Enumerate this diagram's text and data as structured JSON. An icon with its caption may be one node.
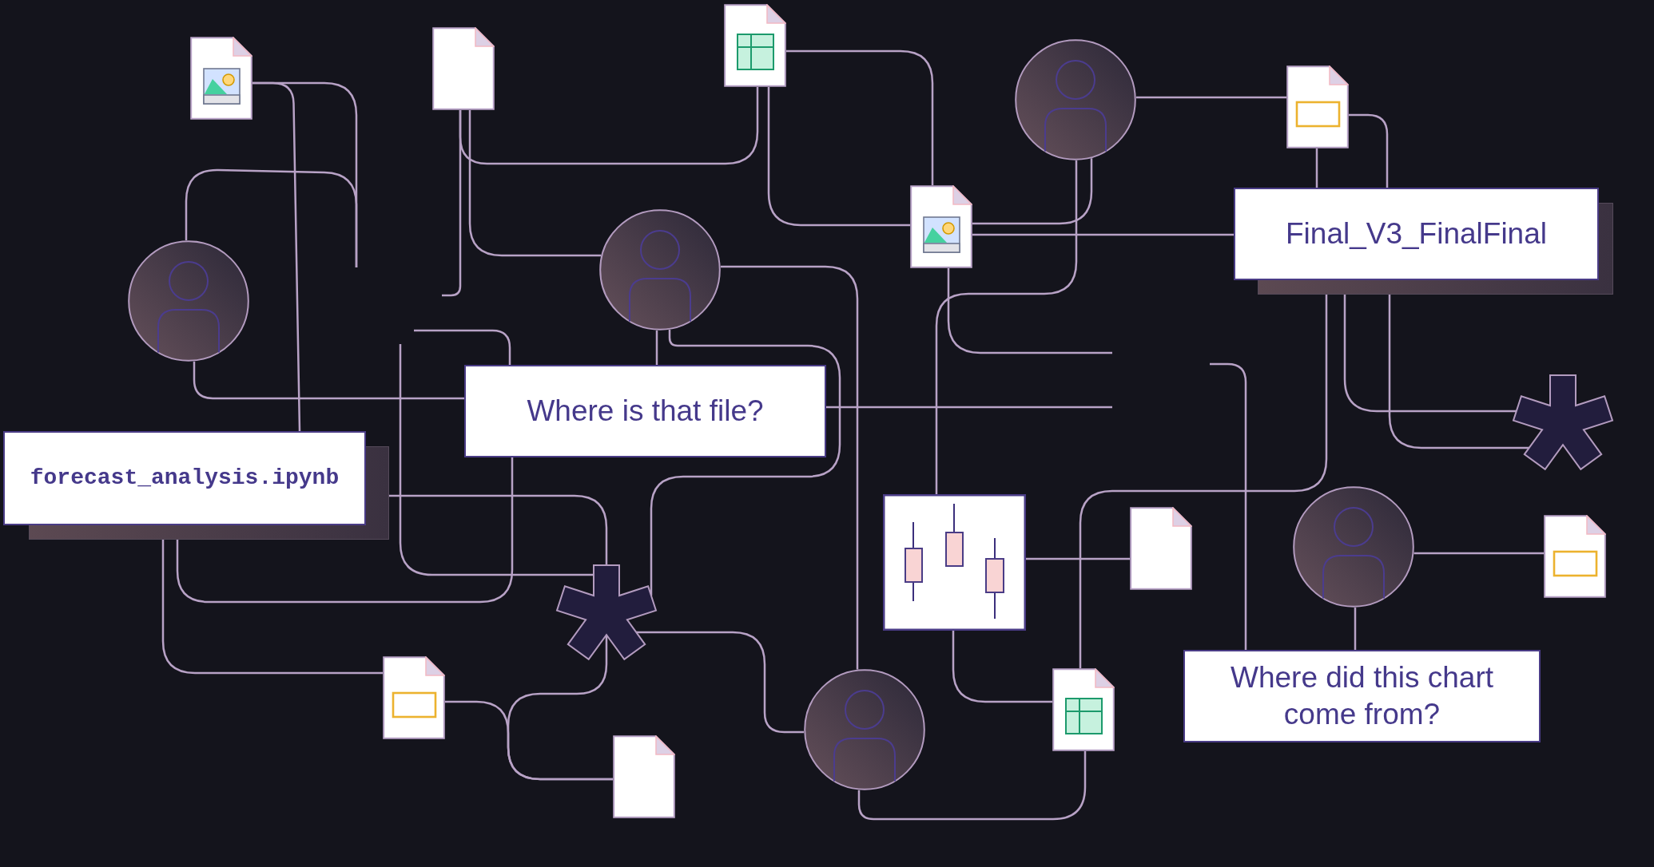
{
  "diagram": {
    "nodes": [
      {
        "text": [],
        "shape": "document"
      },
      {
        "text": [],
        "shape": "document"
      },
      {
        "text": [],
        "shape": "document"
      },
      {
        "text": [],
        "shape": "person"
      },
      {
        "text": [],
        "shape": "document"
      },
      {
        "text": [],
        "shape": "person"
      },
      {
        "text": [],
        "shape": "person"
      },
      {
        "text": [],
        "shape": "document"
      },
      {
        "text": [
          "Final_V3_FinalFinal"
        ]
      },
      {
        "text": [
          "Where is that file?"
        ]
      },
      {
        "text": [
          "forecast_analysis.ipynb"
        ]
      },
      {
        "text": [],
        "shape": "picture"
      },
      {
        "text": [],
        "shape": "asterisk"
      },
      {
        "text": [],
        "shape": "asterisk"
      },
      {
        "text": [],
        "shape": "document"
      },
      {
        "text": [],
        "shape": "person"
      },
      {
        "text": [],
        "shape": "document"
      },
      {
        "text": [
          "Where did this chart come from?"
        ]
      },
      {
        "text": [],
        "shape": "document"
      },
      {
        "text": [],
        "shape": "document"
      },
      {
        "text": [],
        "shape": "person"
      },
      {
        "text": [],
        "shape": "document"
      }
    ],
    "edges": [
      {
        "from": 0,
        "to": 10,
        "arrow": "none"
      },
      {
        "from": 0,
        "to": null,
        "arrow": "none"
      },
      {
        "from": 5,
        "to": null,
        "arrow": "none"
      },
      {
        "from": 1,
        "to": null,
        "arrow": "none"
      },
      {
        "from": 1,
        "to": 2,
        "arrow": "none"
      },
      {
        "from": 1,
        "to": 6,
        "arrow": "none"
      },
      {
        "from": null,
        "to": 13,
        "arrow": "none"
      },
      {
        "from": null,
        "to": 9,
        "arrow": "none"
      },
      {
        "from": 5,
        "to": 9,
        "arrow": "none"
      },
      {
        "from": 10,
        "to": 13,
        "arrow": "none"
      },
      {
        "from": 10,
        "to": 9,
        "arrow": "none"
      },
      {
        "from": 10,
        "to": 18,
        "arrow": "none"
      },
      {
        "from": 18,
        "to": 21,
        "arrow": "none"
      },
      {
        "from": 13,
        "to": 21,
        "arrow": "none"
      },
      {
        "from": 13,
        "to": 20,
        "arrow": "none"
      },
      {
        "from": 6,
        "to": 13,
        "arrow": "none"
      },
      {
        "from": 6,
        "to": 20,
        "arrow": "none"
      },
      {
        "from": 6,
        "to": 9,
        "arrow": "none"
      },
      {
        "from": 2,
        "to": 7,
        "arrow": "none"
      },
      {
        "from": 2,
        "to": 7,
        "arrow": "none"
      },
      {
        "from": 3,
        "to": 11,
        "arrow": "none"
      },
      {
        "from": 3,
        "to": 7,
        "arrow": "none"
      },
      {
        "from": 7,
        "to": 8,
        "arrow": "none"
      },
      {
        "from": 7,
        "to": null,
        "arrow": "none"
      },
      {
        "from": 9,
        "to": null,
        "arrow": "none"
      },
      {
        "from": null,
        "to": 17,
        "arrow": "none"
      },
      {
        "from": 3,
        "to": 4,
        "arrow": "none"
      },
      {
        "from": 4,
        "to": 8,
        "arrow": "none"
      },
      {
        "from": 4,
        "to": 8,
        "arrow": "none"
      },
      {
        "from": 8,
        "to": 19,
        "arrow": "none"
      },
      {
        "from": 8,
        "to": 12,
        "arrow": "none"
      },
      {
        "from": 8,
        "to": 12,
        "arrow": "none"
      },
      {
        "from": 11,
        "to": 14,
        "arrow": "none"
      },
      {
        "from": 15,
        "to": 16,
        "arrow": "none"
      },
      {
        "from": 15,
        "to": 17,
        "arrow": "none"
      },
      {
        "from": 11,
        "to": 19,
        "arrow": "none"
      },
      {
        "from": 20,
        "to": 19,
        "arrow": "none"
      }
    ]
  }
}
